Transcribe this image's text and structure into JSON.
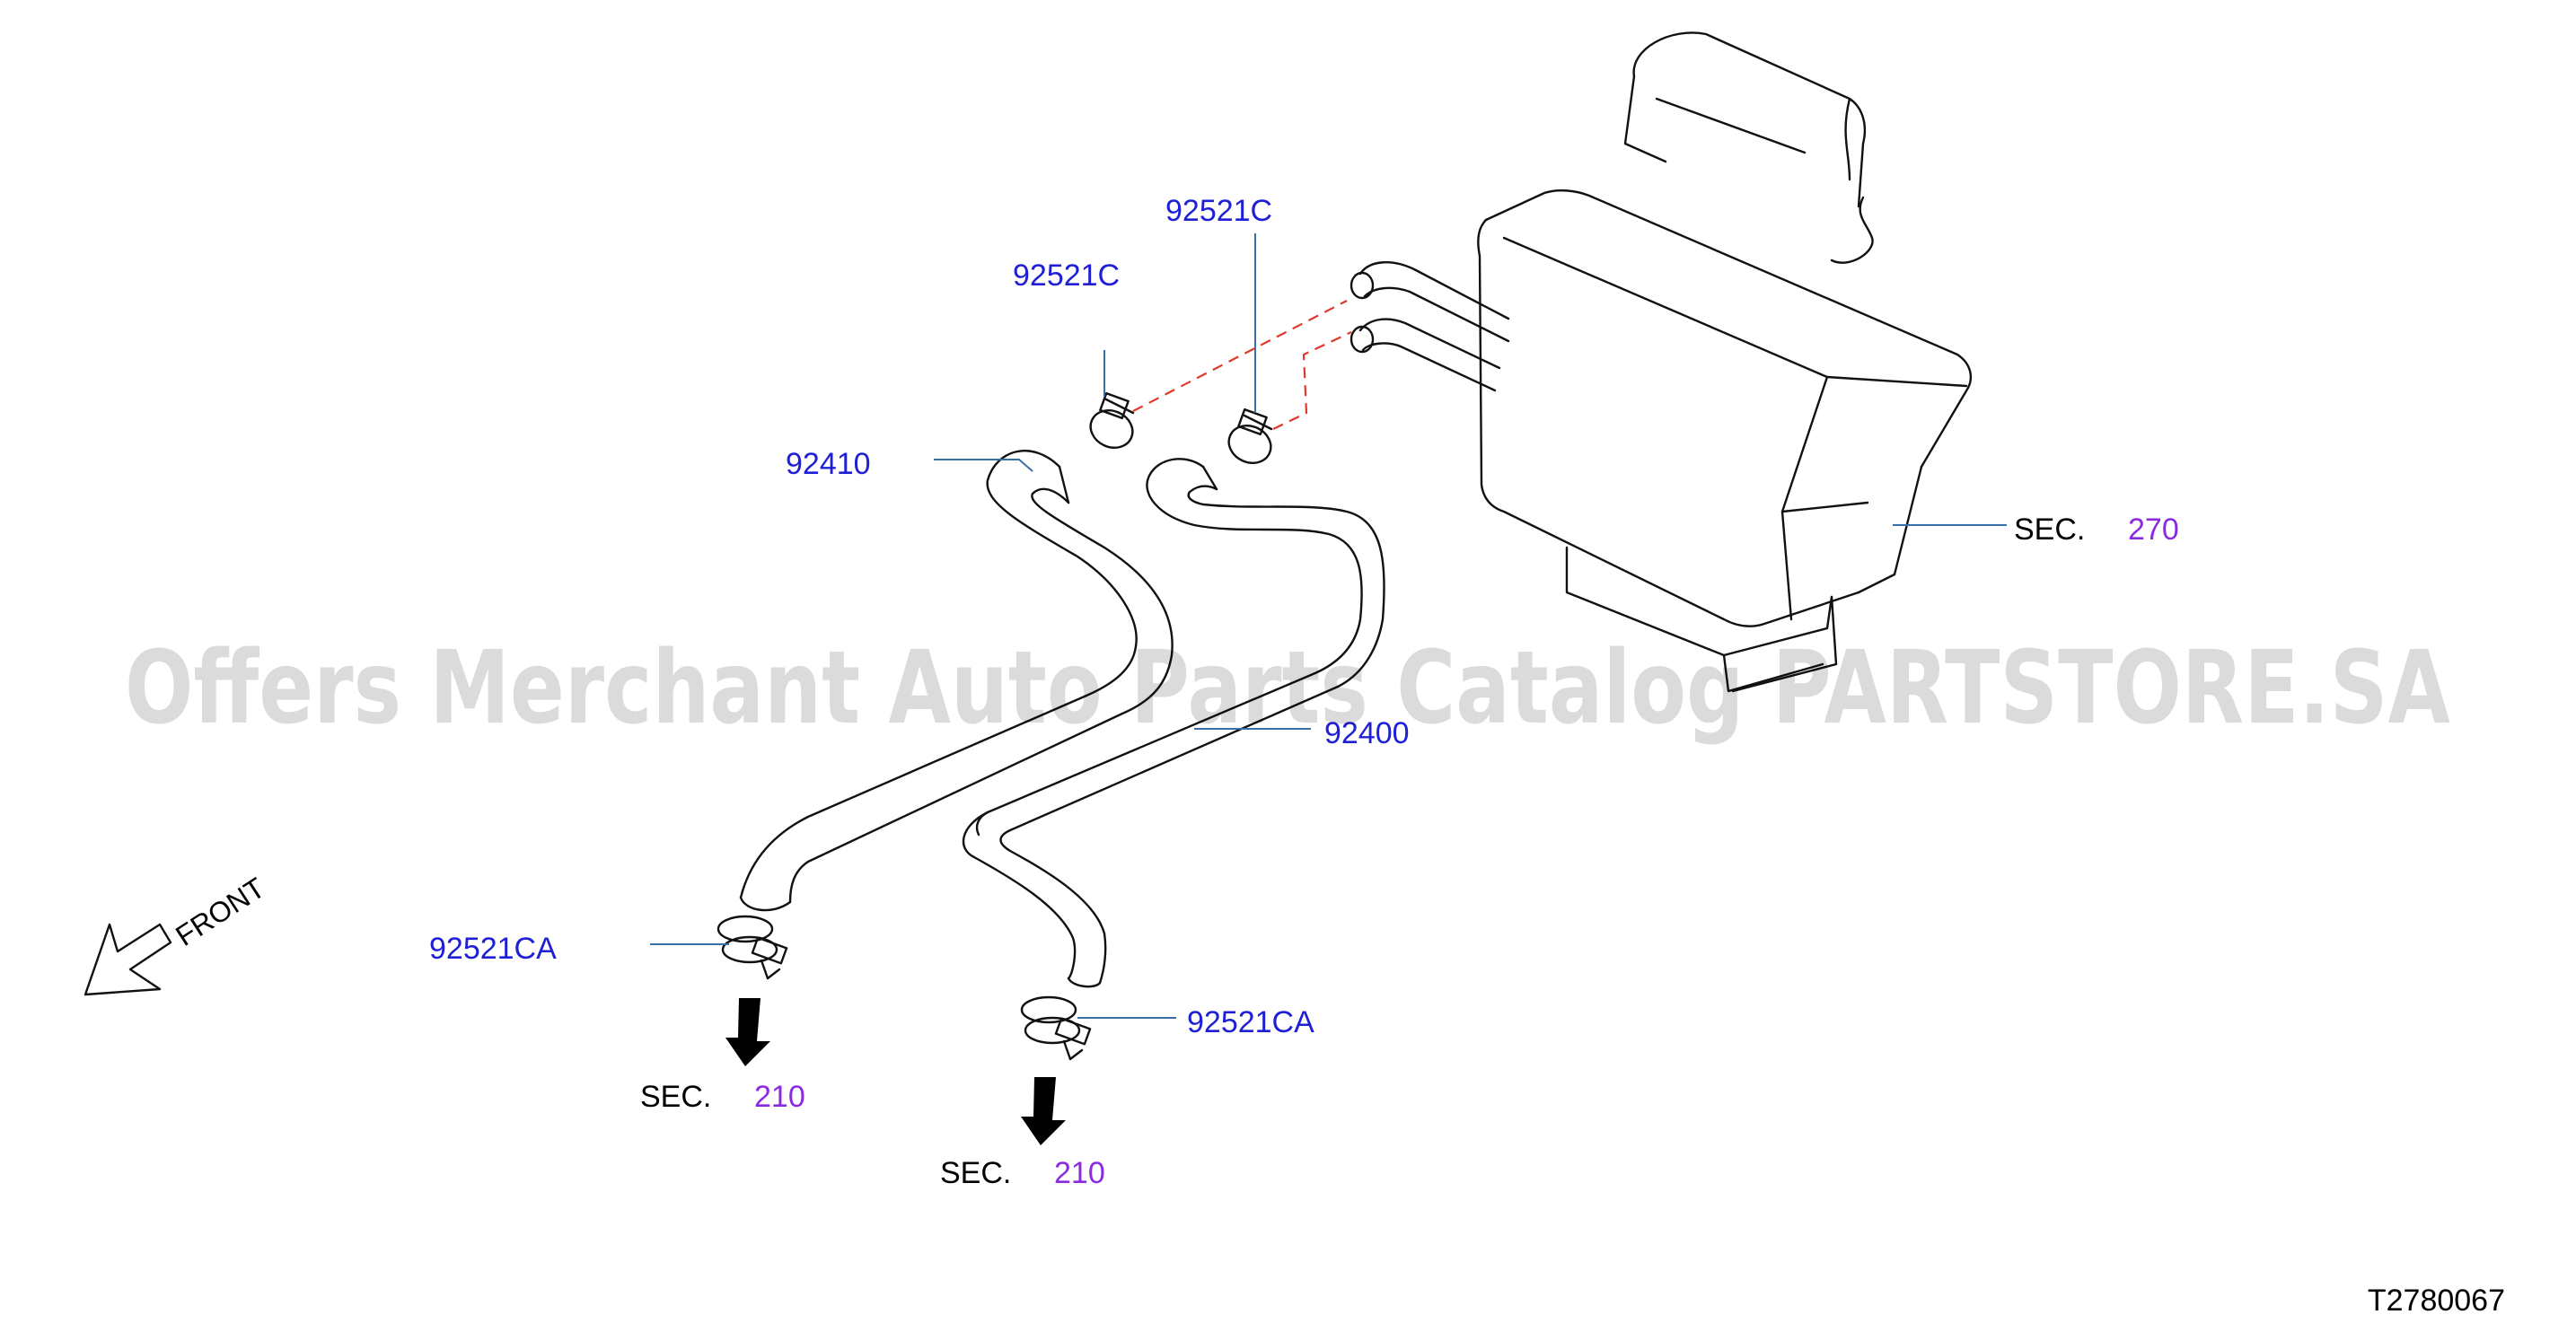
{
  "diagram": {
    "part_labels": {
      "clamp_upper_left": "92521C",
      "clamp_upper_right": "92521C",
      "hose_92410": "92410",
      "hose_92400": "92400",
      "clamp_lower_left": "92521CA",
      "clamp_lower_right": "92521CA"
    },
    "section_refs": {
      "heater_unit": {
        "prefix": "SEC.",
        "number": "270"
      },
      "engine_left": {
        "prefix": "SEC.",
        "number": "210"
      },
      "engine_right": {
        "prefix": "SEC.",
        "number": "210"
      }
    },
    "front_label": "FRONT",
    "illustration_id": "T2780067",
    "watermark": "Offers Merchant Auto Parts Catalog PARTSTORE.SA"
  },
  "colors": {
    "part_number": "#1f1fd6",
    "section_number": "#8a2be2",
    "leader_line": "#3a6ea8",
    "hidden_line": "#e0392b",
    "drawing_line": "#111111"
  }
}
